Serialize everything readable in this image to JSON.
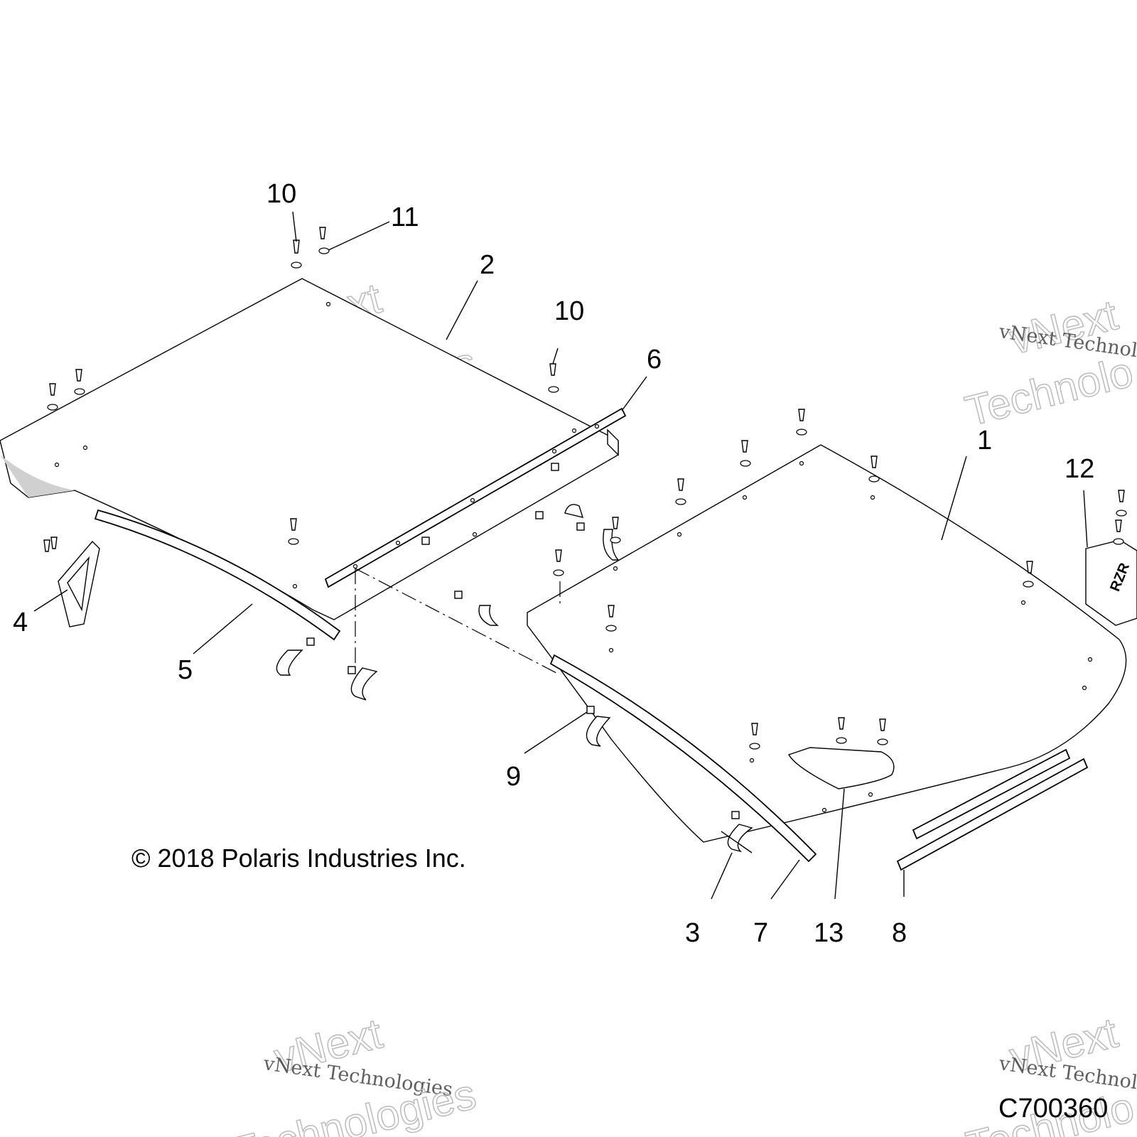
{
  "diagram": {
    "callouts": [
      "1",
      "2",
      "3",
      "4",
      "5",
      "6",
      "7",
      "8",
      "9",
      "10",
      "10",
      "11",
      "12",
      "13"
    ],
    "copyright": "© 2018 Polaris Industries Inc.",
    "figure_id": "C700360",
    "watermark": {
      "line1": "vNext Technologies",
      "big_top": "vNext",
      "big_bottom": "Technologies",
      "line1_right": "vNext Technolo",
      "big_top_right": "vNext",
      "big_bottom_right": "Technolo"
    }
  }
}
